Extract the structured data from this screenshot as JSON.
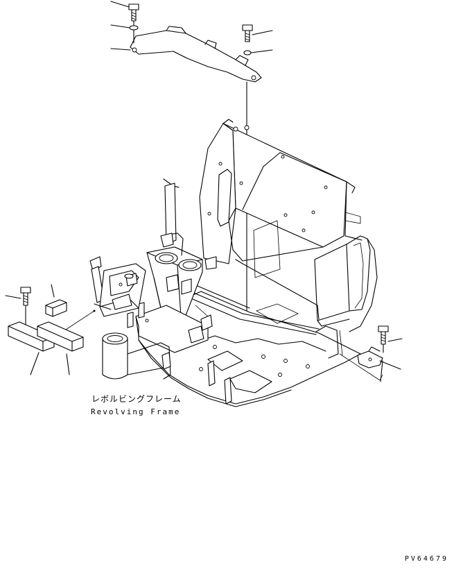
{
  "labels": {
    "part_name_jp": "レボルビングフレーム",
    "part_name_en": "Revolving Frame",
    "drawing_code": "PV64679"
  }
}
